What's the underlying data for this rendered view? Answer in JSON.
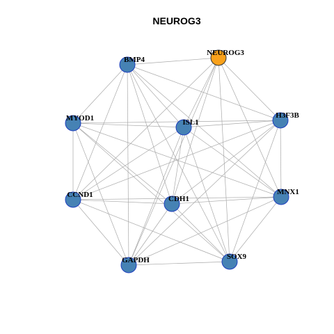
{
  "title": "NEUROG3",
  "colors": {
    "focus_node": "#f9a11b",
    "focus_stroke": "#333333",
    "node": "#4682b4",
    "node_stroke": "#1f3fbf",
    "edge": "#a9a9a9"
  },
  "nodes": [
    {
      "id": "NEUROG3",
      "label": "NEUROG3",
      "focus": true
    },
    {
      "id": "BMP4",
      "label": "BMP4"
    },
    {
      "id": "H3F3B",
      "label": "H3F3B"
    },
    {
      "id": "MYOD1",
      "label": "MYOD1"
    },
    {
      "id": "ISL1",
      "label": "ISL1"
    },
    {
      "id": "MNX1",
      "label": "MNX1"
    },
    {
      "id": "CCND1",
      "label": "CCND1"
    },
    {
      "id": "CDH1",
      "label": "CDH1"
    },
    {
      "id": "SOX9",
      "label": "SOX9"
    },
    {
      "id": "GAPDH",
      "label": "GAPDH"
    }
  ],
  "edges": [
    [
      "NEUROG3",
      "BMP4"
    ],
    [
      "NEUROG3",
      "H3F3B"
    ],
    [
      "NEUROG3",
      "ISL1"
    ],
    [
      "NEUROG3",
      "MNX1"
    ],
    [
      "NEUROG3",
      "CDH1"
    ],
    [
      "NEUROG3",
      "SOX9"
    ],
    [
      "NEUROG3",
      "GAPDH"
    ],
    [
      "NEUROG3",
      "CCND1"
    ],
    [
      "BMP4",
      "MYOD1"
    ],
    [
      "BMP4",
      "ISL1"
    ],
    [
      "BMP4",
      "H3F3B"
    ],
    [
      "BMP4",
      "MNX1"
    ],
    [
      "BMP4",
      "CDH1"
    ],
    [
      "BMP4",
      "SOX9"
    ],
    [
      "BMP4",
      "GAPDH"
    ],
    [
      "BMP4",
      "CCND1"
    ],
    [
      "H3F3B",
      "MYOD1"
    ],
    [
      "H3F3B",
      "ISL1"
    ],
    [
      "H3F3B",
      "MNX1"
    ],
    [
      "H3F3B",
      "CDH1"
    ],
    [
      "H3F3B",
      "SOX9"
    ],
    [
      "H3F3B",
      "GAPDH"
    ],
    [
      "H3F3B",
      "CCND1"
    ],
    [
      "MYOD1",
      "ISL1"
    ],
    [
      "MYOD1",
      "CCND1"
    ],
    [
      "MYOD1",
      "CDH1"
    ],
    [
      "MYOD1",
      "SOX9"
    ],
    [
      "MYOD1",
      "GAPDH"
    ],
    [
      "MYOD1",
      "MNX1"
    ],
    [
      "ISL1",
      "MNX1"
    ],
    [
      "ISL1",
      "CDH1"
    ],
    [
      "ISL1",
      "SOX9"
    ],
    [
      "ISL1",
      "GAPDH"
    ],
    [
      "ISL1",
      "CCND1"
    ],
    [
      "MNX1",
      "CDH1"
    ],
    [
      "MNX1",
      "SOX9"
    ],
    [
      "MNX1",
      "GAPDH"
    ],
    [
      "MNX1",
      "CCND1"
    ],
    [
      "CCND1",
      "CDH1"
    ],
    [
      "CCND1",
      "SOX9"
    ],
    [
      "CCND1",
      "GAPDH"
    ],
    [
      "CDH1",
      "SOX9"
    ],
    [
      "CDH1",
      "GAPDH"
    ],
    [
      "SOX9",
      "GAPDH"
    ]
  ]
}
